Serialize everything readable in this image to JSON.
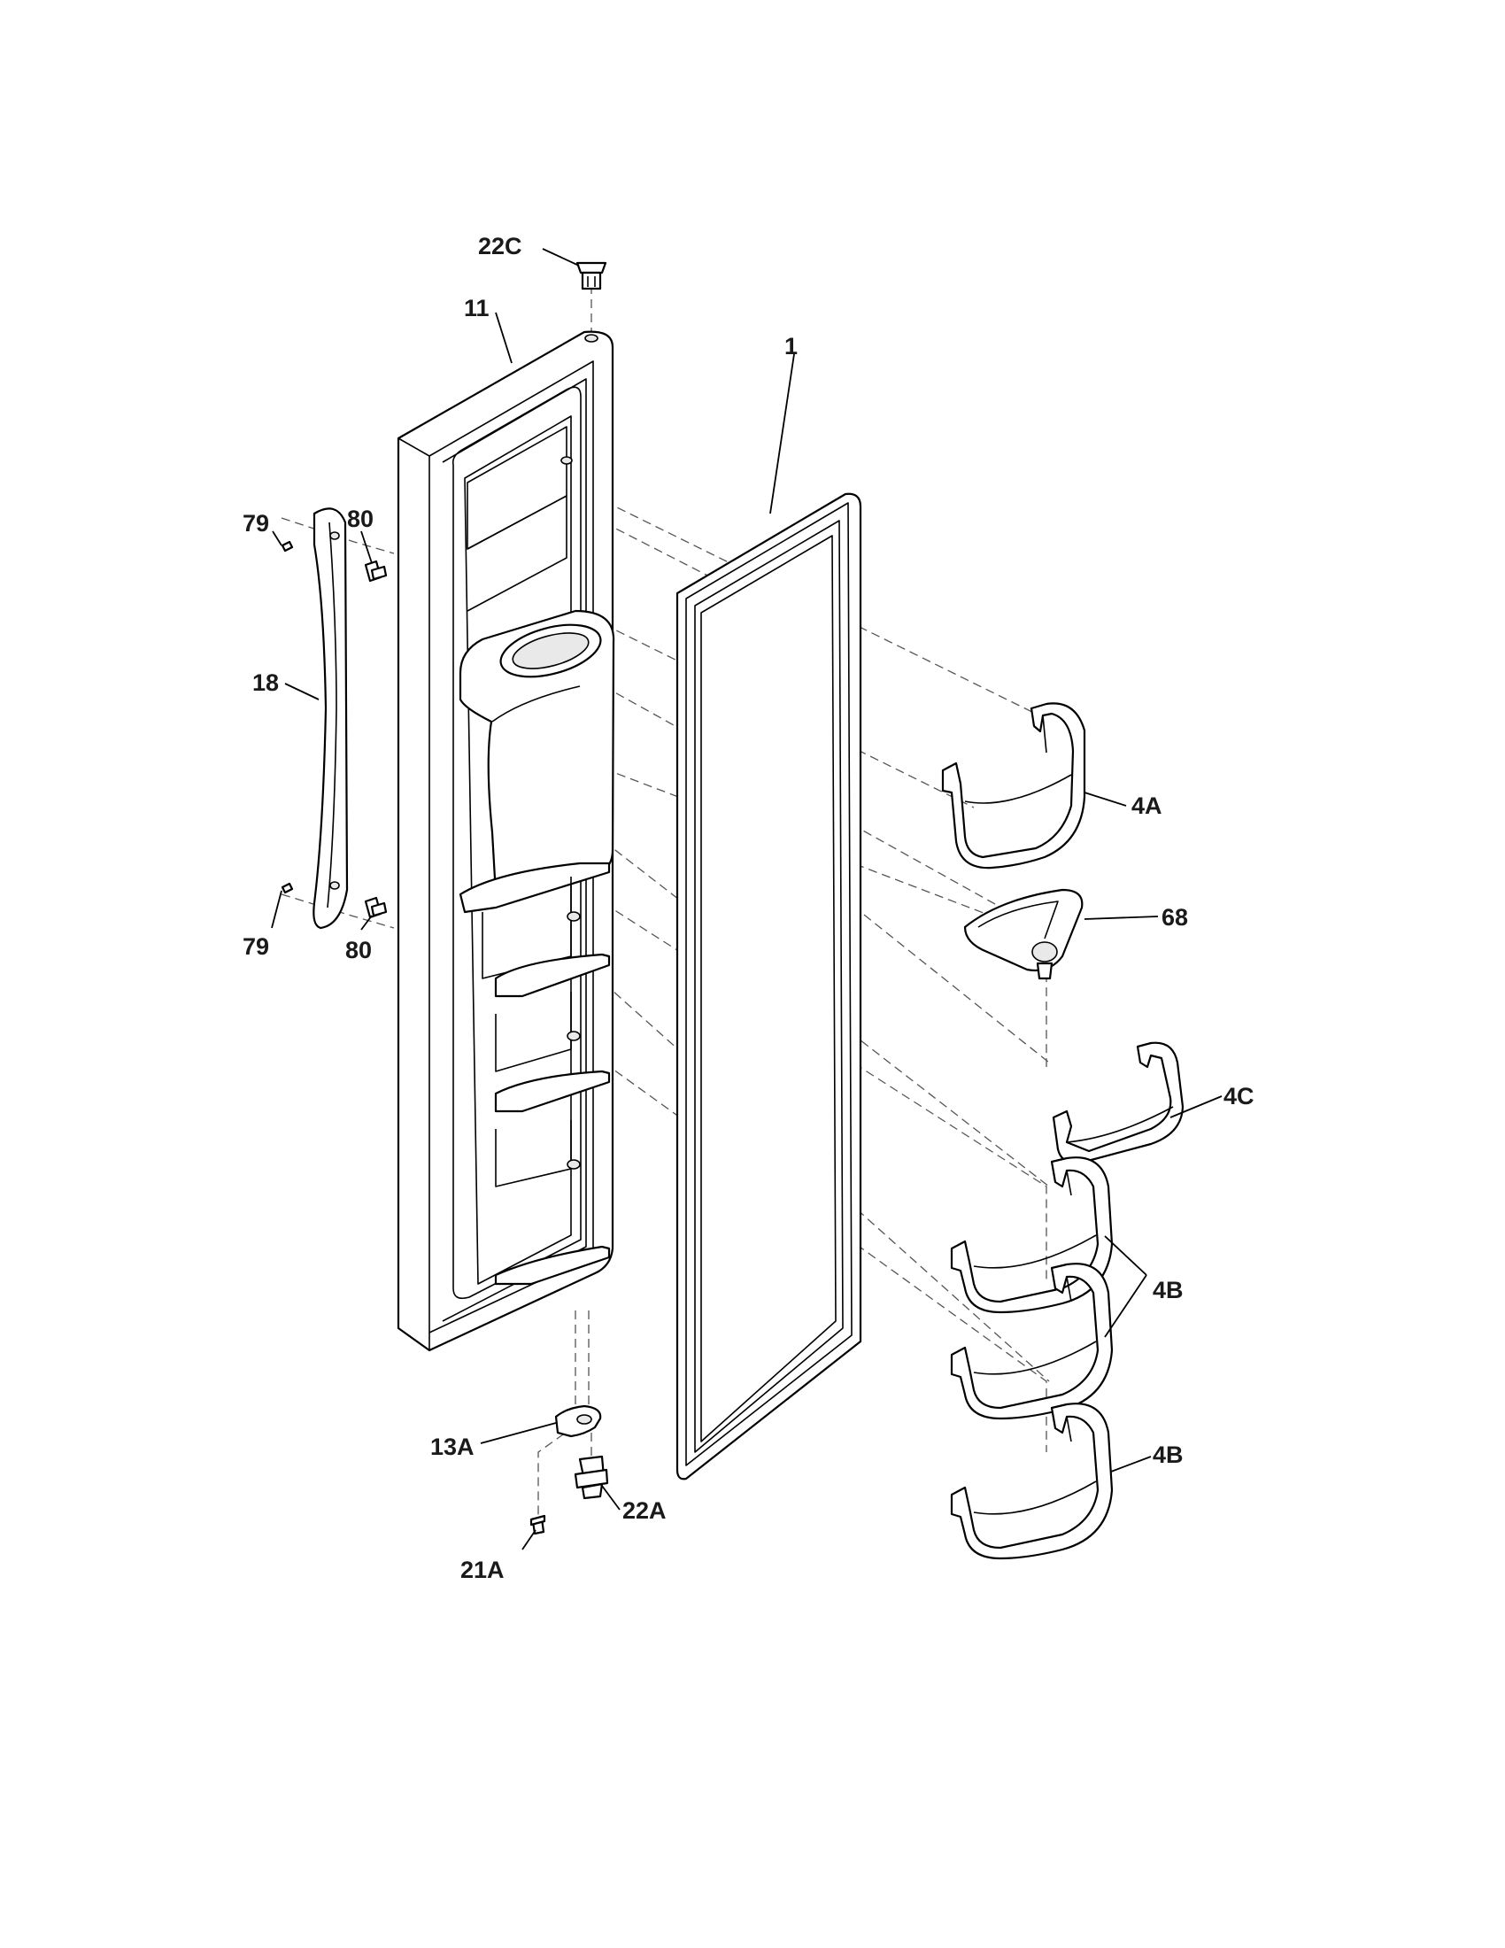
{
  "diagram": {
    "callouts": {
      "c22C": "22C",
      "c11": "11",
      "c1": "1",
      "c79a": "79",
      "c80a": "80",
      "c18": "18",
      "c79b": "79",
      "c80b": "80",
      "c4A": "4A",
      "c68": "68",
      "c4C": "4C",
      "c4Ba": "4B",
      "c4Bb": "4B",
      "c13A": "13A",
      "c22A": "22A",
      "c21A": "21A"
    },
    "colors": {
      "line": "#000000",
      "fill": "#ffffff",
      "dash": "#555555"
    }
  }
}
